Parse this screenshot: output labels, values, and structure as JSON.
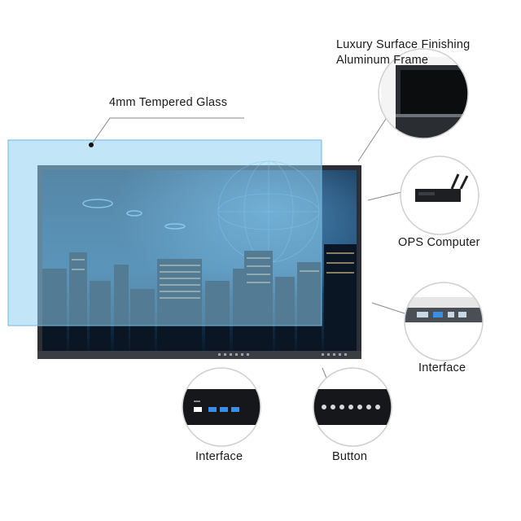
{
  "labels": {
    "frame_line1": "Luxury Surface Finishing",
    "frame_line2": "Aluminum Frame",
    "glass": "4mm Tempered Glass",
    "ops": "OPS Computer",
    "interface_right": "Interface",
    "interface_bottom": "Interface",
    "button": "Button"
  },
  "colors": {
    "glass_tint": "#8fd0f0",
    "glass_edge": "#6fb8e0",
    "screen_sky": "#163a5c",
    "frame": "#3a3e44",
    "accent_blue": "#3a8ee8"
  }
}
